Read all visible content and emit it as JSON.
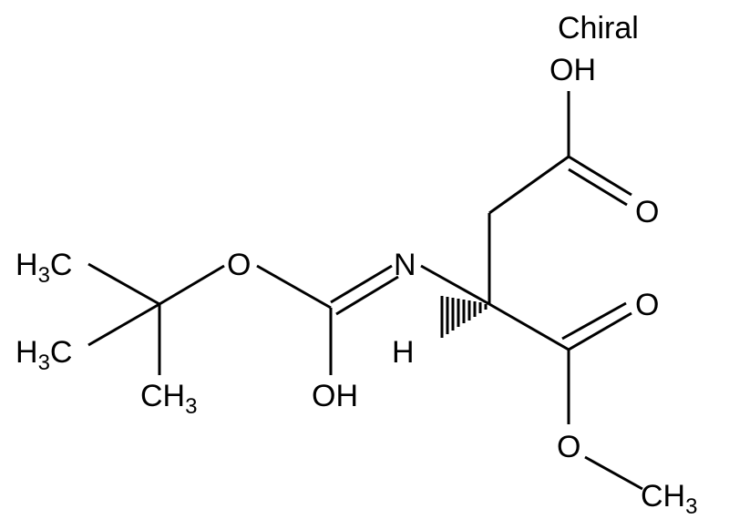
{
  "stereo_label": "Chiral",
  "atoms": {
    "acid_oh": "OH",
    "acid_o": "O",
    "n": "N",
    "ester_o_dbl": "O",
    "h": "H",
    "ester_o": "O",
    "ester_ch3": {
      "main": "CH",
      "sub": "3"
    },
    "carbamate_oh": "OH",
    "boc_o": "O",
    "tbu_ch3_top": {
      "main": "H",
      "sub": "3",
      "tail": "C"
    },
    "tbu_ch3_mid": {
      "main": "H",
      "sub": "3",
      "tail": "C"
    },
    "tbu_ch3_bot": {
      "main": "CH",
      "sub": "3"
    }
  }
}
